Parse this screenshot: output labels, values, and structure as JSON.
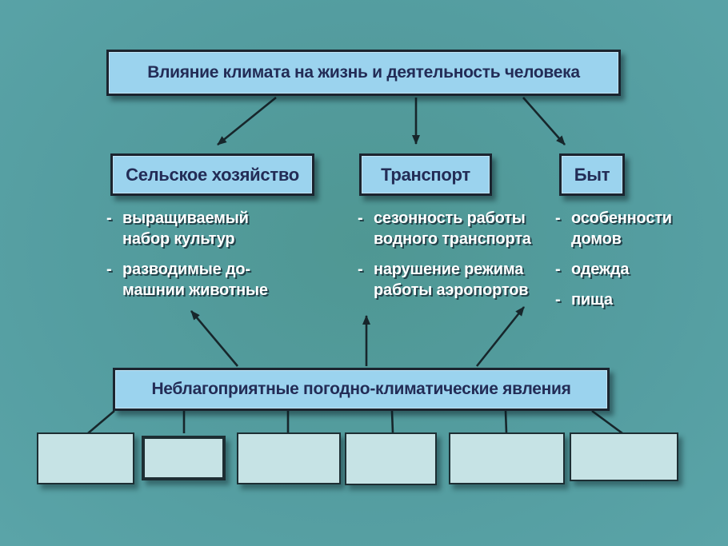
{
  "title_box": {
    "label": "Влияние климата на жизнь и деятельность человека"
  },
  "categories": [
    {
      "id": "agriculture",
      "label": "Сельское хозяйство",
      "items": [
        {
          "marker": "-",
          "lines": [
            "выращиваемый",
            "набор культур"
          ]
        },
        {
          "marker": "-",
          "lines": [
            "разводимые до-",
            "машнии животные"
          ]
        }
      ]
    },
    {
      "id": "transport",
      "label": "Транспорт",
      "items": [
        {
          "marker": "-",
          "lines": [
            "сезонность работы",
            "водного транспорта"
          ]
        },
        {
          "marker": "-",
          "lines": [
            "нарушение режима",
            "работы аэропортов"
          ]
        }
      ]
    },
    {
      "id": "byt",
      "label": "Быт",
      "items": [
        {
          "marker": "-",
          "lines": [
            "особенности",
            "домов"
          ]
        },
        {
          "marker": "-",
          "lines": [
            "одежда"
          ]
        },
        {
          "marker": "-",
          "lines": [
            "пища"
          ]
        }
      ]
    }
  ],
  "bottom_box": {
    "label": "Неблагоприятные погодно-климатические явления"
  },
  "empty_boxes": {
    "count": 6
  },
  "colors": {
    "background_teal": "#549da0",
    "box_fill": "#9bd3ee",
    "box_border": "#1b242f",
    "box_text_navy": "#232c56",
    "list_text": "#ffffff",
    "list_text_shadow": "#23424a",
    "empty_box_fill": "#c6e3e5",
    "connector": "#17262b"
  }
}
